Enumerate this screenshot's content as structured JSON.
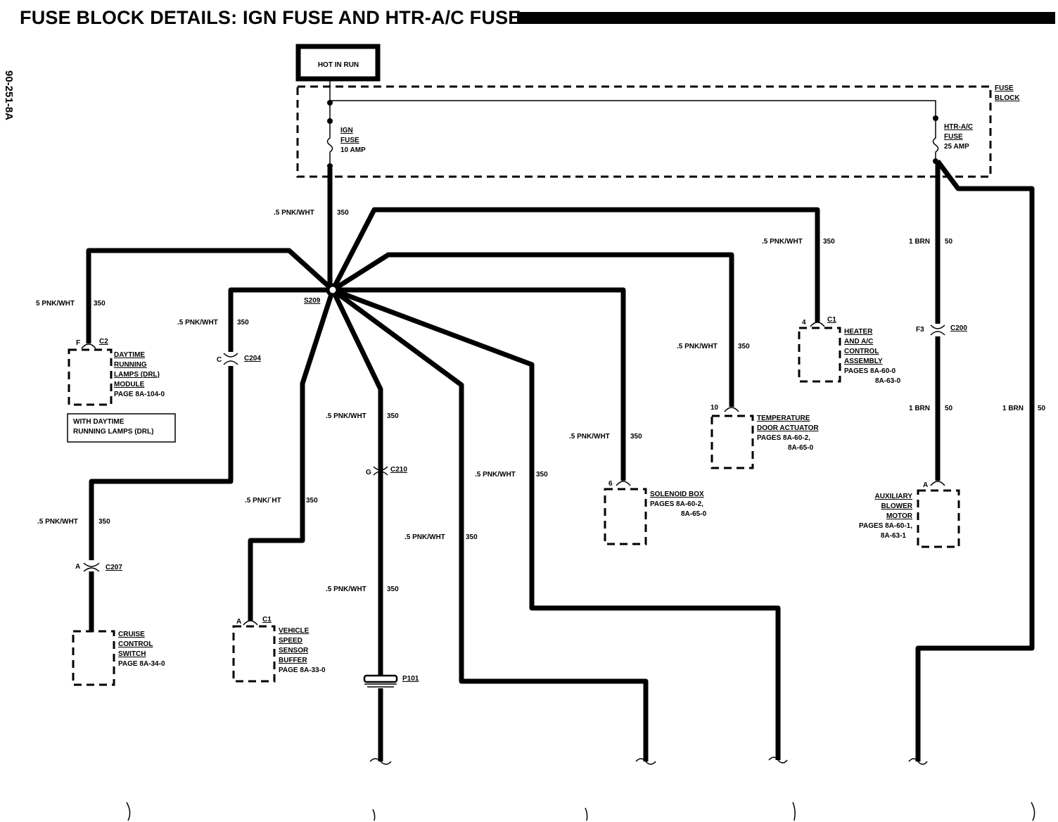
{
  "title": "FUSE BLOCK DETAILS:  IGN FUSE AND HTR-A/C FUSE",
  "doc_code": "90-251-8A",
  "power_source": "HOT IN RUN",
  "fuse_block": {
    "line1": "FUSE",
    "line2": "BLOCK"
  },
  "ign_fuse": {
    "line1": "IGN",
    "line2": "FUSE",
    "rating": "10 AMP"
  },
  "htr_fuse": {
    "line1": "HTR-A/C",
    "line2": "FUSE",
    "rating": "25 AMP"
  },
  "splice": "S209",
  "wire_labels": {
    "w_main": {
      "spec": ".5 PNK/WHT",
      "circuit": "350"
    },
    "w_drl": {
      "spec": "5 PNK/WHT",
      "circuit": "350"
    },
    "w_c204": {
      "spec": ".5 PNK/WHT",
      "circuit": "350"
    },
    "w_c207": {
      "spec": ".5 PNK/WHT",
      "circuit": "350"
    },
    "w_vss": {
      "spec": ".5 PNK/´HT",
      "circuit": "350"
    },
    "w_c210": {
      "spec": ".5 PNK/WHT",
      "circuit": "350"
    },
    "w_p101": {
      "spec": ".5 PNK/WHT",
      "circuit": "350"
    },
    "w_mid1": {
      "spec": ".5 PNK/WHT",
      "circuit": "350"
    },
    "w_mid2": {
      "spec": ".5 PNK/WHT",
      "circuit": "350"
    },
    "w_sol": {
      "spec": ".5 PNK/WHT",
      "circuit": "350"
    },
    "w_temp": {
      "spec": ".5 PNK/WHT",
      "circuit": "350"
    },
    "w_heater": {
      "spec": ".5 PNK/WHT",
      "circuit": "350"
    },
    "w_brn1": {
      "spec": "1 BRN",
      "circuit": "50"
    },
    "w_brn2": {
      "spec": "1 BRN",
      "circuit": "50"
    },
    "w_brn3": {
      "spec": "1 BRN",
      "circuit": "50"
    }
  },
  "connectors": {
    "c2_drl": {
      "pin": "F",
      "name": "C2"
    },
    "c204": {
      "pin": "C",
      "name": "C204"
    },
    "c207": {
      "pin": "A",
      "name": "C207"
    },
    "c1_vss": {
      "pin": "A",
      "name": "C1"
    },
    "c210": {
      "pin": "G",
      "name": "C210"
    },
    "p101": {
      "name": "P101"
    },
    "sol_pin": {
      "pin": "6"
    },
    "temp_pin": {
      "pin": "10"
    },
    "c1_heater": {
      "pin": "4",
      "name": "C1"
    },
    "c200": {
      "pin": "F3",
      "name": "C200"
    },
    "blower_pin": {
      "pin": "A"
    }
  },
  "components": {
    "drl": {
      "lines": [
        "DAYTIME",
        "RUNNING",
        "LAMPS (DRL)",
        "MODULE"
      ],
      "page": "PAGE 8A-104-0"
    },
    "drl_note": {
      "line1": "WITH DAYTIME",
      "line2": "RUNNING LAMPS (DRL)"
    },
    "cruise": {
      "lines": [
        "CRUISE",
        "CONTROL",
        "SWITCH"
      ],
      "page": "PAGE 8A-34-0"
    },
    "vss": {
      "lines": [
        "VEHICLE",
        "SPEED",
        "SENSOR",
        "BUFFER"
      ],
      "page": "PAGE 8A-33-0"
    },
    "solenoid": {
      "lines": [
        "SOLENOID BOX"
      ],
      "page1": "PAGES 8A-60-2,",
      "page2": "8A-65-0"
    },
    "temp": {
      "lines": [
        "TEMPERATURE",
        "DOOR ACTUATOR"
      ],
      "page1": "PAGES 8A-60-2,",
      "page2": "8A-65-0"
    },
    "heater": {
      "lines": [
        "HEATER",
        "AND A/C",
        "CONTROL",
        "ASSEMBLY"
      ],
      "page1": "PAGES 8A-60-0",
      "page2": "8A-63-0"
    },
    "blower": {
      "lines": [
        "AUXILIARY",
        "BLOWER",
        "MOTOR"
      ],
      "page1": "PAGES 8A-60-1,",
      "page2": "8A-63-1"
    }
  }
}
